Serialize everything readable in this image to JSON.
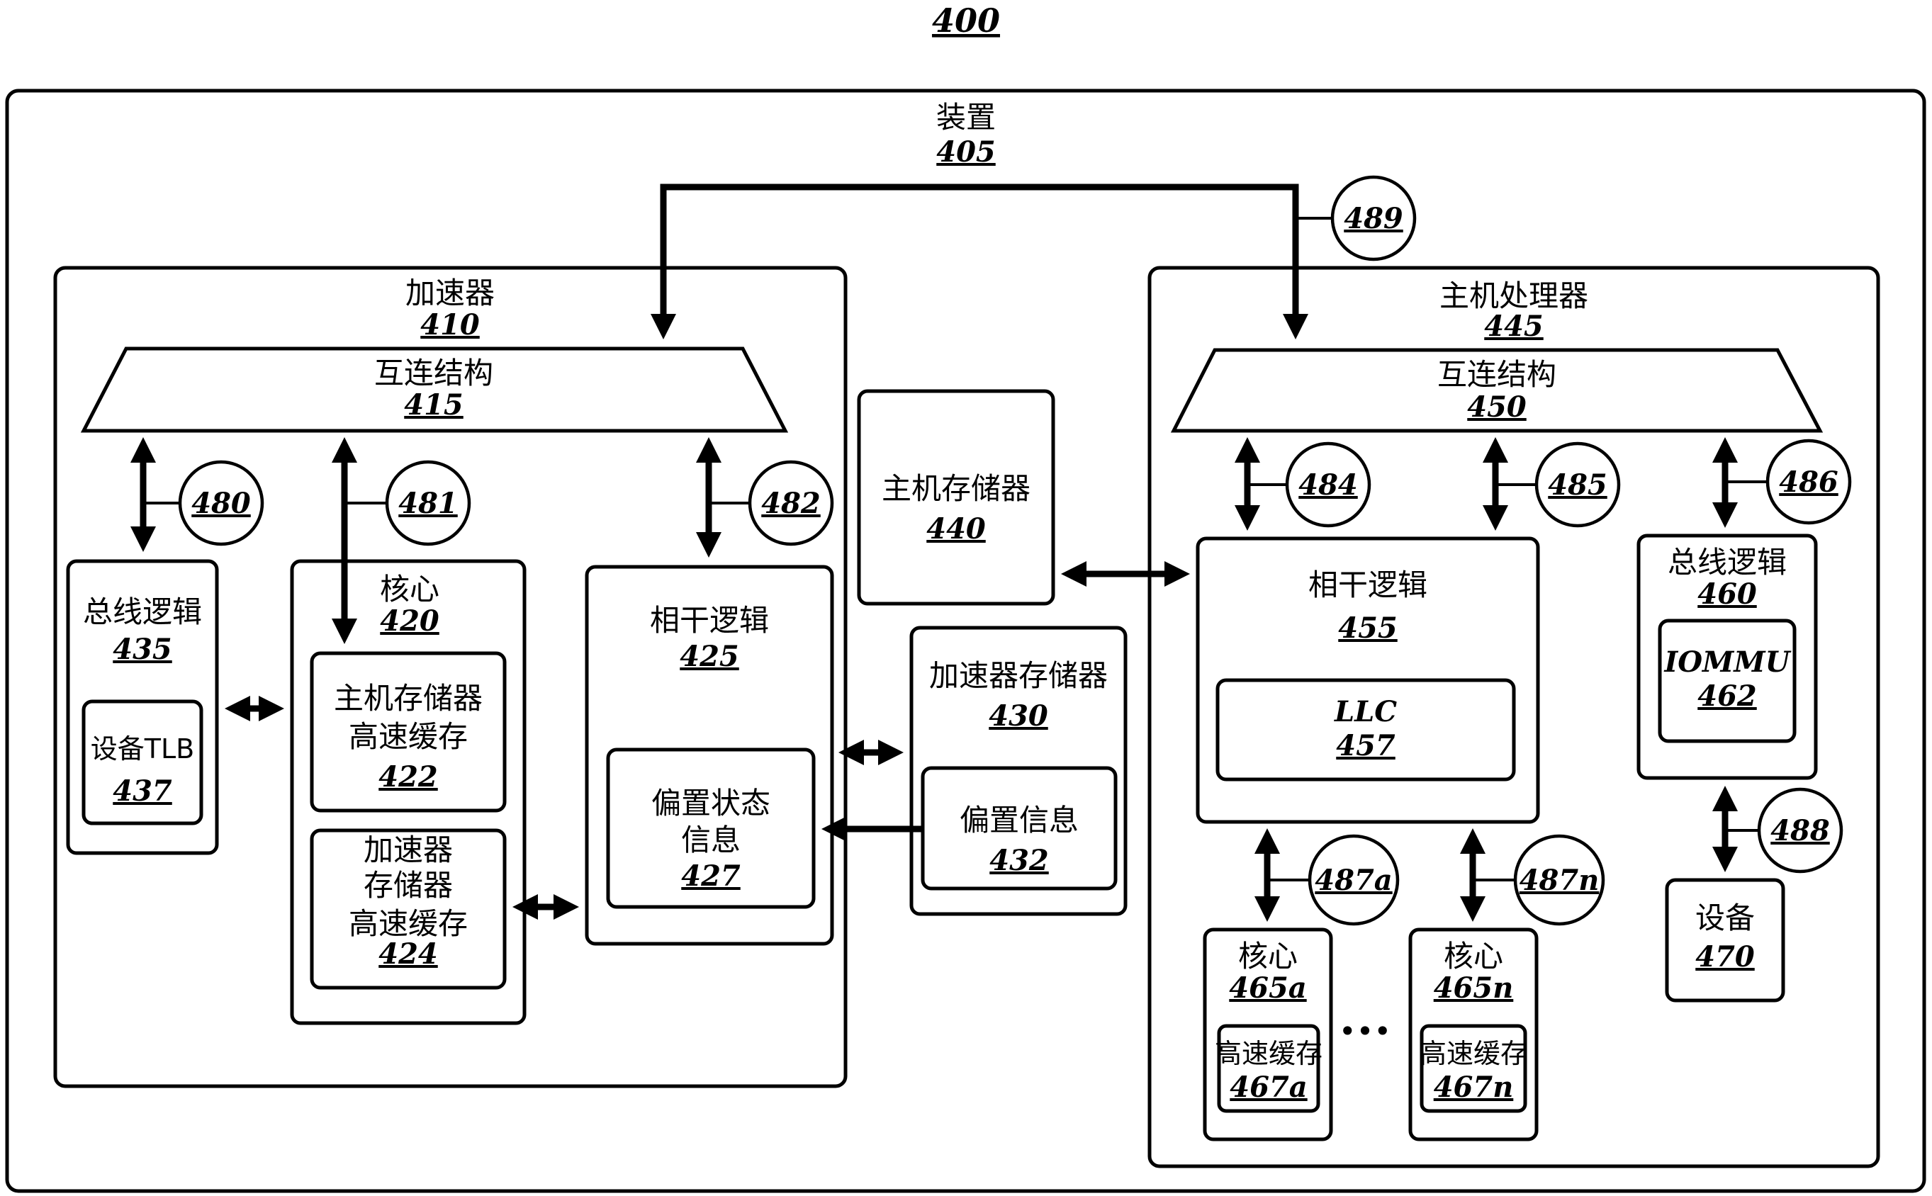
{
  "figure_number": "400",
  "apparatus": {
    "label": "装置",
    "number": "405"
  },
  "accelerator": {
    "label": "加速器",
    "number": "410"
  },
  "accel_interconnect": {
    "label": "互连结构",
    "number": "415"
  },
  "accel_bus_logic": {
    "label": "总线逻辑",
    "number": "435"
  },
  "device_tlb": {
    "label": "设备TLB",
    "number": "437"
  },
  "accel_core": {
    "label": "核心",
    "number": "420"
  },
  "host_mem_cache": {
    "label_line1": "主机存储器",
    "label_line2": "高速缓存",
    "number": "422"
  },
  "accel_mem_cache": {
    "label_line1": "加速器",
    "label_line2": "存储器",
    "label_line3": "高速缓存",
    "number": "424"
  },
  "accel_coherence": {
    "label": "相干逻辑",
    "number": "425"
  },
  "bias_state": {
    "label_line1": "偏置状态",
    "label_line2": "信息",
    "number": "427"
  },
  "host_memory": {
    "label": "主机存储器",
    "number": "440"
  },
  "accel_memory": {
    "label": "加速器存储器",
    "number": "430"
  },
  "bias_info": {
    "label": "偏置信息",
    "number": "432"
  },
  "host_processor": {
    "label": "主机处理器",
    "number": "445"
  },
  "host_interconnect": {
    "label": "互连结构",
    "number": "450"
  },
  "host_coherence": {
    "label": "相干逻辑",
    "number": "455"
  },
  "llc": {
    "label": "LLC",
    "number": "457"
  },
  "host_bus_logic": {
    "label": "总线逻辑",
    "number": "460"
  },
  "iommu": {
    "label": "IOMMU",
    "number": "462"
  },
  "device": {
    "label": "设备",
    "number": "470"
  },
  "core_a": {
    "label": "核心",
    "number": "465a"
  },
  "cache_a": {
    "label": "高速缓存",
    "number": "467a"
  },
  "core_n": {
    "label": "核心",
    "number": "465n"
  },
  "cache_n": {
    "label": "高速缓存",
    "number": "467n"
  },
  "ellipsis": "•••",
  "callouts": {
    "c480": "480",
    "c481": "481",
    "c482": "482",
    "c484": "484",
    "c485": "485",
    "c486": "486",
    "c487a": "487a",
    "c487n": "487n",
    "c488": "488",
    "c489": "489"
  }
}
